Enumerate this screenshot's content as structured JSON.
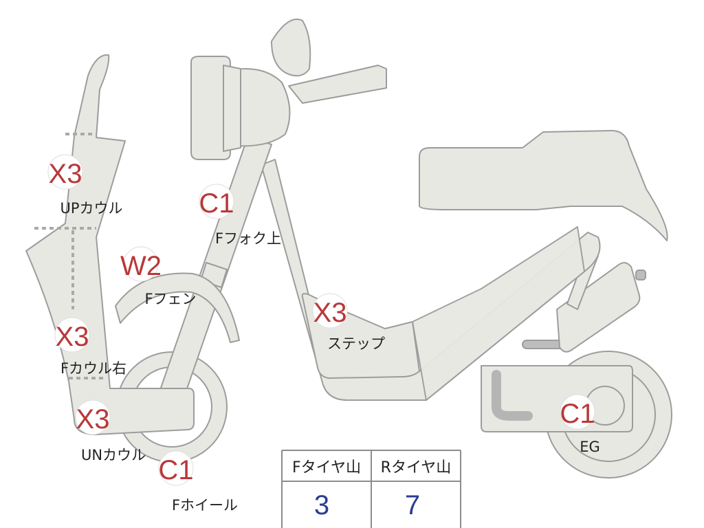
{
  "parts": {
    "up_cowl": {
      "code": "X3",
      "label": "UPカウル"
    },
    "f_fork_top": {
      "code": "C1",
      "label": "Fフォク上"
    },
    "f_fender": {
      "code": "W2",
      "label": "Fフェン"
    },
    "step": {
      "code": "X3",
      "label": "ステップ"
    },
    "f_cowl_right": {
      "code": "X3",
      "label": "Fカウル右"
    },
    "un_cowl": {
      "code": "X3",
      "label": "UNカウル"
    },
    "f_wheel": {
      "code": "C1",
      "label": "Fホイール"
    },
    "engine": {
      "code": "C1",
      "label": "EG"
    }
  },
  "tire_table": {
    "front_header": "Fタイヤ山",
    "rear_header": "Rタイヤ山",
    "front_value": "3",
    "rear_value": "7"
  },
  "colors": {
    "part_fill": "#e8e8e3",
    "outline": "#9c9c9c",
    "code_text": "#b8383a",
    "value_text": "#2b3f8f"
  }
}
